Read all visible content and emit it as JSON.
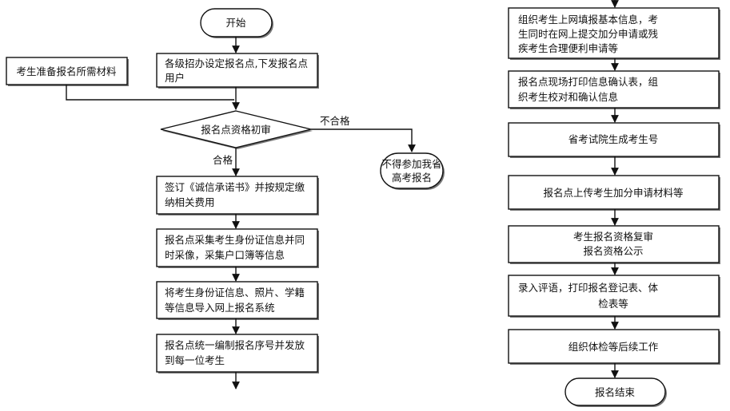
{
  "left_column": {
    "start": "开始",
    "materials": "考生准备报名所需材料",
    "setup_line1": "各级招办设定报名点,下发报名点",
    "setup_line2": "用户",
    "review": "报名点资格初审",
    "fail_label": "不合格",
    "pass_label": "合格",
    "rejected_line1": "不得参加我省",
    "rejected_line2": "高考报名",
    "pledge_line1": "签订《诚信承诺书》并按规定缴",
    "pledge_line2": "纳相关费用",
    "collect_line1": "报名点采集考生身份证信息并同",
    "collect_line2": "时采像，采集户口簿等信息",
    "import_line1": "将考生身份证信息、照片、学籍",
    "import_line2": "等信息导入网上报名系统",
    "number_line1": "报名点统一编制报名序号并发放",
    "number_line2": "到每一位考生"
  },
  "right_column": {
    "online_line1": "组织考生上网填报基本信息，考",
    "online_line2": "生同时在网上提交加分申请或残",
    "online_line3": "疾考生合理便利申请等",
    "confirm_line1": "报名点现场打印信息确认表，组",
    "confirm_line2": "织考生校对和确认信息",
    "exam_number": "省考试院生成考生号",
    "upload": "报名点上传考生加分申请材料等",
    "recheck_line1": "考生报名资格复审",
    "recheck_line2": "报名资格公示",
    "comments_line1": "录入评语，打印报名登记表、体",
    "comments_line2": "检表等",
    "physical": "组织体检等后续工作",
    "end": "报名结束"
  }
}
